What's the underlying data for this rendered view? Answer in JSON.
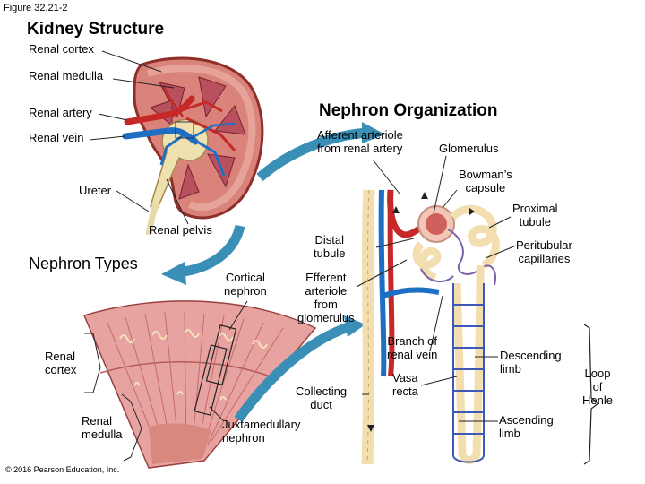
{
  "figure_number": "Figure 32.21-2",
  "titles": {
    "kidney_structure": "Kidney Structure",
    "nephron_organization": "Nephron Organization",
    "nephron_types": "Nephron Types"
  },
  "kidney_labels": {
    "renal_cortex": "Renal cortex",
    "renal_medulla": "Renal medulla",
    "renal_artery": "Renal artery",
    "renal_vein": "Renal vein",
    "ureter": "Ureter",
    "renal_pelvis": "Renal pelvis"
  },
  "nephron_labels": {
    "afferent_arteriole": [
      "Afferent arteriole",
      "from renal artery"
    ],
    "glomerulus": "Glomerulus",
    "bowmans_capsule": [
      "Bowman’s",
      "capsule"
    ],
    "proximal_tubule": [
      "Proximal",
      "tubule"
    ],
    "distal_tubule": [
      "Distal",
      "tubule"
    ],
    "peritubular_capillaries": [
      "Peritubular",
      "capillaries"
    ],
    "efferent_arteriole": [
      "Efferent",
      "arteriole",
      "from",
      "glomerulus"
    ],
    "branch_of_renal_vein": [
      "Branch of",
      "renal vein"
    ],
    "descending_limb": [
      "Descending",
      "limb"
    ],
    "loop_of_henle": [
      "Loop",
      "of",
      "Henle"
    ],
    "vasa_recta": [
      "Vasa",
      "recta"
    ],
    "collecting_duct": [
      "Collecting",
      "duct"
    ],
    "ascending_limb": [
      "Ascending",
      "limb"
    ]
  },
  "types_labels": {
    "cortical_nephron": [
      "Cortical",
      "nephron"
    ],
    "renal_cortex": [
      "Renal",
      "cortex"
    ],
    "renal_medulla": [
      "Renal",
      "medulla"
    ],
    "juxtamedullary_nephron": [
      "Juxtamedullary",
      "nephron"
    ]
  },
  "copyright": "© 2016 Pearson Education, Inc.",
  "colors": {
    "kidney_outer": "#b34b3f",
    "kidney_cortex": "#d9837a",
    "medulla": "#c0606a",
    "artery": "#c62828",
    "vein": "#1e6fc4",
    "ureter": "#e8d9a8",
    "tubule": "#f7e2b4",
    "section_bg": "#e7a3a0",
    "arrow": "#3a8fb7"
  }
}
